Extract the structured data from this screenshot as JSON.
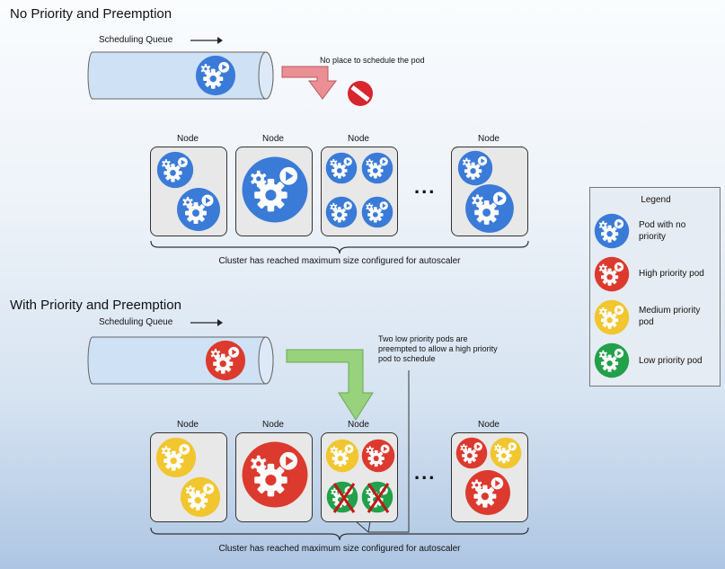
{
  "colors": {
    "no_priority": "#3b7bd8",
    "high": "#dc3a2e",
    "medium": "#f1c62e",
    "low": "#22a04a",
    "arrow_red": "#ec8f95",
    "arrow_green": "#98d27d"
  },
  "top": {
    "title": "No Priority and Preemption",
    "queue_label": "Scheduling Queue",
    "no_place_text": "No place to schedule the pod",
    "node_labels": [
      "Node",
      "Node",
      "Node",
      "Node"
    ],
    "ellipsis": "...",
    "caption": "Cluster has reached maximum size configured for autoscaler"
  },
  "bottom": {
    "title": "With Priority and Preemption",
    "queue_label": "Scheduling Queue",
    "annotation": "Two low priority pods are preempted to allow a high priority pod to schedule",
    "node_labels": [
      "Node",
      "Node",
      "Node",
      "Node"
    ],
    "ellipsis": "...",
    "caption": "Cluster has reached maximum size configured for autoscaler"
  },
  "legend": {
    "title": "Legend",
    "items": [
      {
        "label": "Pod with no priority",
        "color": "no_priority"
      },
      {
        "label": "High priority pod",
        "color": "high"
      },
      {
        "label": "Medium priority pod",
        "color": "medium"
      },
      {
        "label": "Low priority pod",
        "color": "low"
      }
    ]
  }
}
